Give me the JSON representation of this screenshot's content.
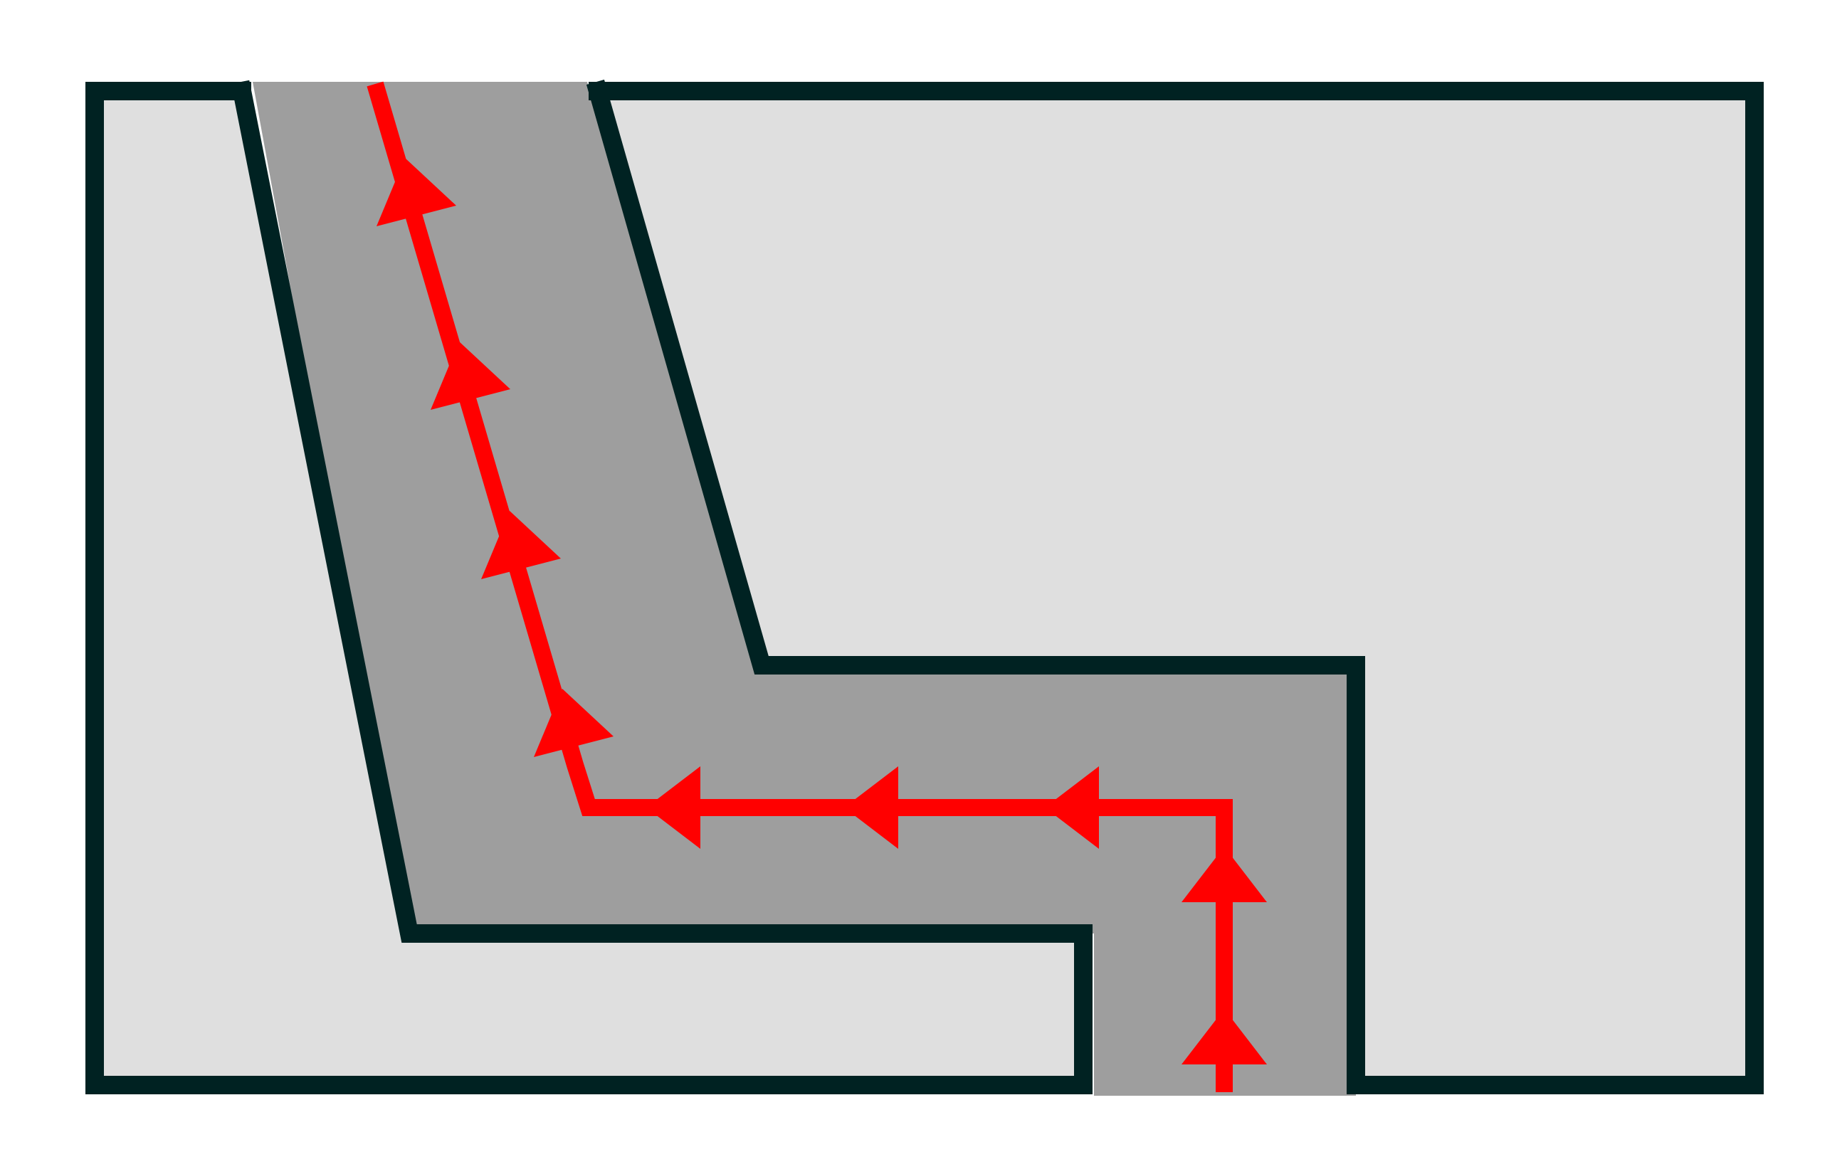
{
  "diagram": {
    "kind": "path-through-channel",
    "colors": {
      "background": "#ffffff",
      "region_fill": "#dfdfdf",
      "channel_fill": "#9e9e9e",
      "wall_stroke": "#002222",
      "path_color": "#ff0000"
    },
    "path": {
      "arrow_direction": "toward-top-left",
      "segments": [
        {
          "name": "vertical-bottom",
          "arrow_count": 2
        },
        {
          "name": "horizontal-middle",
          "arrow_count": 3
        },
        {
          "name": "diagonal-upper",
          "arrow_count": 4
        }
      ]
    }
  }
}
